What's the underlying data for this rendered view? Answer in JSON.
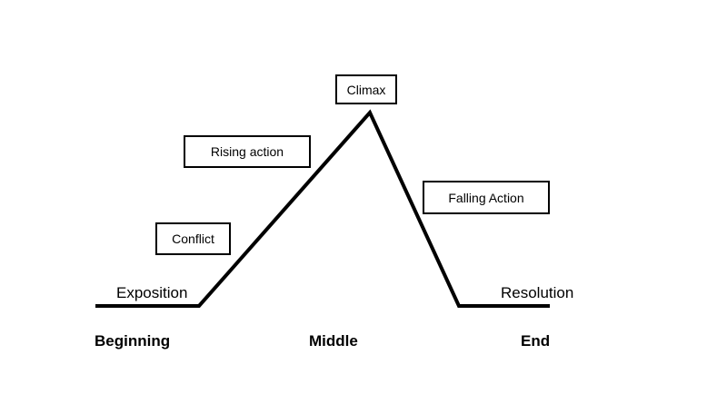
{
  "diagram": {
    "stages": {
      "climax": "Climax",
      "rising_action": "Rising action",
      "falling_action": "Falling Action",
      "conflict": "Conflict",
      "exposition": "Exposition",
      "resolution": "Resolution"
    },
    "sections": {
      "beginning": "Beginning",
      "middle": "Middle",
      "end": "End"
    },
    "colors": {
      "line": "#000000",
      "box_border": "#000000",
      "background": "#ffffff"
    }
  }
}
